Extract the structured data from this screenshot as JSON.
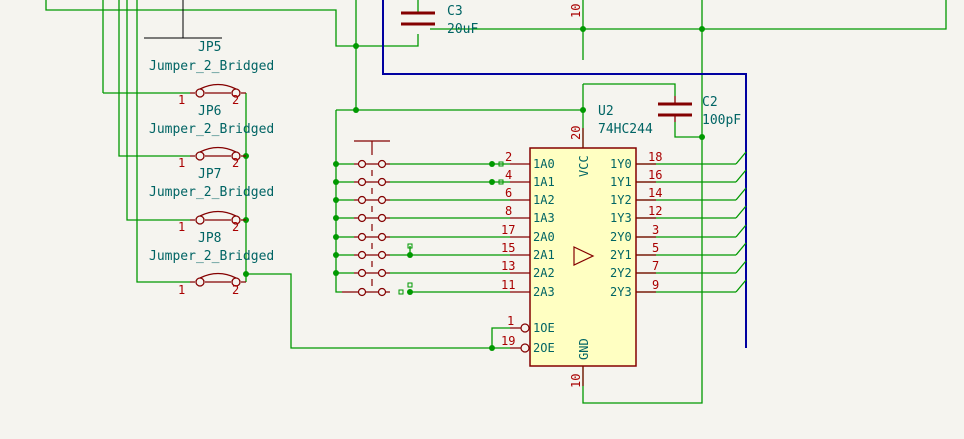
{
  "colors": {
    "background": "#f5f4ef",
    "wire": "#009900",
    "bus": "#0000a0",
    "component": "#840000",
    "body_fill": "#ffffc2",
    "label": "#006464",
    "pin_number": "#a90000"
  },
  "components": {
    "jp5": {
      "ref": "JP5",
      "value": "Jumper_2_Bridged"
    },
    "jp6": {
      "ref": "JP6",
      "value": "Jumper_2_Bridged",
      "pin1": "1",
      "pin2": "2"
    },
    "jp7": {
      "ref": "JP7",
      "value": "Jumper_2_Bridged",
      "pin1": "1",
      "pin2": "2"
    },
    "jp8": {
      "ref": "JP8",
      "value": "Jumper_2_Bridged",
      "pin1": "1",
      "pin2": "2"
    },
    "jp_last": {
      "pin1": "1",
      "pin2": "2"
    },
    "c3": {
      "ref": "C3",
      "value": "20uF"
    },
    "c2": {
      "ref": "C2",
      "value": "100pF"
    },
    "u2": {
      "ref": "U2",
      "value": "74HC244",
      "vcc_label": "VCC",
      "vcc_pin": "20",
      "gnd_label": "GND",
      "gnd_pin": "10",
      "top_pin_partial": "10",
      "left_pins": [
        {
          "num": "2",
          "name": "1A0"
        },
        {
          "num": "4",
          "name": "1A1"
        },
        {
          "num": "6",
          "name": "1A2"
        },
        {
          "num": "8",
          "name": "1A3"
        },
        {
          "num": "17",
          "name": "2A0"
        },
        {
          "num": "15",
          "name": "2A1"
        },
        {
          "num": "13",
          "name": "2A2"
        },
        {
          "num": "11",
          "name": "2A3"
        }
      ],
      "right_pins": [
        {
          "num": "18",
          "name": "1Y0"
        },
        {
          "num": "16",
          "name": "1Y1"
        },
        {
          "num": "14",
          "name": "1Y2"
        },
        {
          "num": "12",
          "name": "1Y3"
        },
        {
          "num": "3",
          "name": "2Y0"
        },
        {
          "num": "5",
          "name": "2Y1"
        },
        {
          "num": "7",
          "name": "2Y2"
        },
        {
          "num": "9",
          "name": "2Y3"
        }
      ],
      "enable_pins": [
        {
          "num": "1",
          "name": "1OE"
        },
        {
          "num": "19",
          "name": "2OE"
        }
      ]
    }
  }
}
